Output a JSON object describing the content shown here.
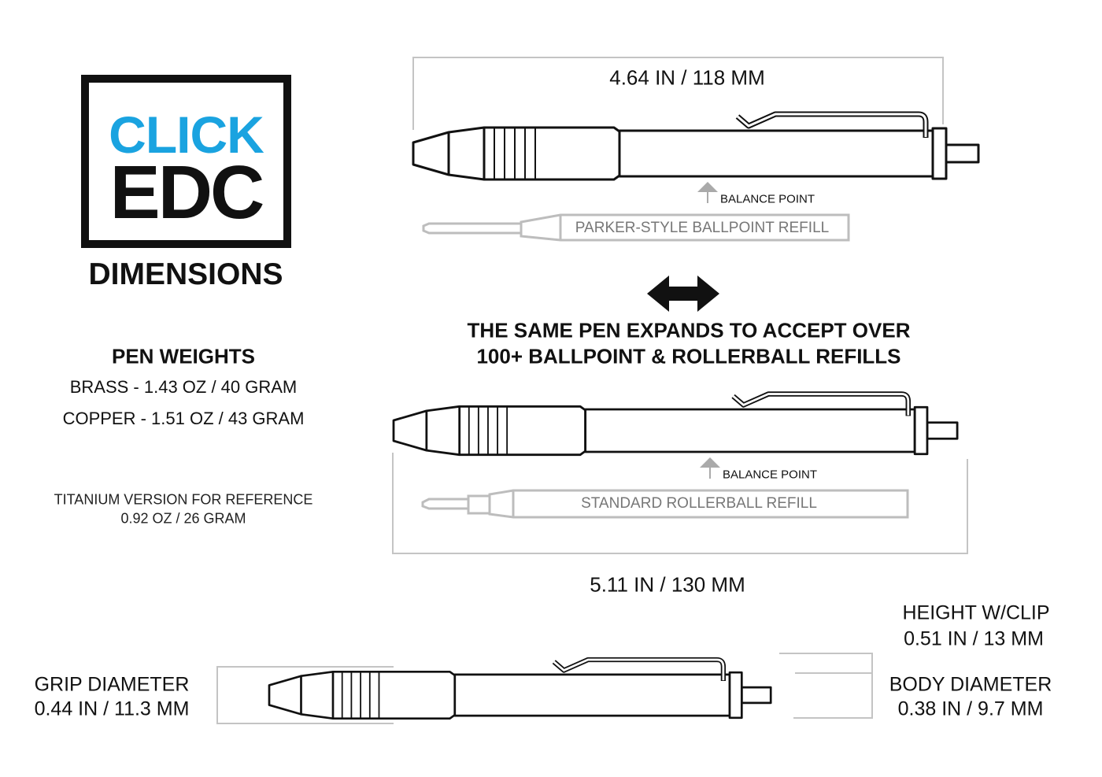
{
  "logo": {
    "line1": "CLICK",
    "line2": "EDC",
    "brand_color": "#1aa3e0"
  },
  "title": "DIMENSIONS",
  "weights": {
    "heading": "PEN WEIGHTS",
    "brass": "BRASS - 1.43 OZ / 40 GRAM",
    "copper": "COPPER - 1.51 OZ / 43 GRAM",
    "titanium_line1": "TITANIUM VERSION FOR REFERENCE",
    "titanium_line2": "0.92 OZ / 26 GRAM"
  },
  "top_pen": {
    "length": "4.64 IN / 118 MM",
    "balance": "BALANCE POINT",
    "refill": "PARKER-STYLE BALLPOINT REFILL"
  },
  "expand": {
    "line1": "THE SAME PEN EXPANDS TO ACCEPT OVER",
    "line2": "100+ BALLPOINT & ROLLERBALL REFILLS"
  },
  "mid_pen": {
    "length": "5.11 IN / 130 MM",
    "balance": "BALANCE POINT",
    "refill": "STANDARD ROLLERBALL REFILL"
  },
  "bottom": {
    "height_label": "HEIGHT W/CLIP",
    "height_value": "0.51 IN / 13 MM",
    "body_label": "BODY DIAMETER",
    "body_value": "0.38 IN / 9.7 MM",
    "grip_label": "GRIP DIAMETER",
    "grip_value": "0.44 IN / 11.3 MM"
  }
}
